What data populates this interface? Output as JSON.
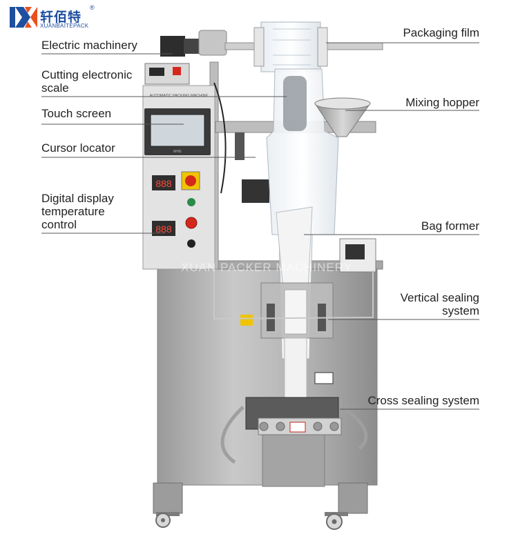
{
  "brand": {
    "name_cn": "轩佰特",
    "name_en": "XUANBAITEPACK",
    "reg_mark": "®",
    "color": "#1e4fa0",
    "accent": "#e9501d"
  },
  "labels": {
    "packaging_film": "Packaging film",
    "electric_machinery": "Electric machinery",
    "cutting_scale_line1": "Cutting electronic",
    "cutting_scale_line2": "scale",
    "mixing_hopper": "Mixing hopper",
    "touch_screen": "Touch screen",
    "cursor_locator": "Cursor locator",
    "digital_display_line1": "Digital display",
    "digital_display_line2": "temperature",
    "digital_display_line3": "control",
    "bag_former": "Bag former",
    "vertical_sealing_line1": "Vertical sealing",
    "vertical_sealing_line2": "system",
    "cross_sealing": "Cross sealing system"
  },
  "machine": {
    "panel_title": "AUTOMATIC PACKING MACHINE",
    "screen_brand": "MHG",
    "watermark": "XUAN PACKER MACHINERY",
    "temp_display_top": "888",
    "temp_display_bottom": "888"
  },
  "colors": {
    "leader_line": "#555555",
    "steel": "#b9b9b9",
    "steel_dark": "#8f8f8f",
    "panel": "#dcdcdc",
    "screen": "#2b2b2b",
    "label_text": "#222222"
  }
}
